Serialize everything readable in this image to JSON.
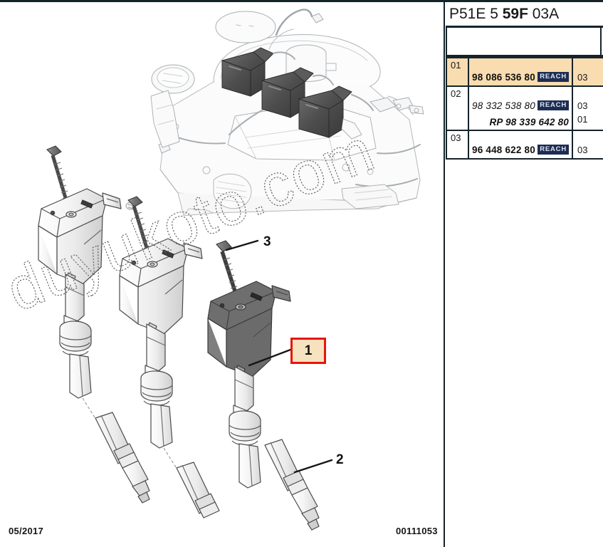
{
  "header": {
    "reference_prefix": "P51E 5 ",
    "reference_bold": "59F",
    "reference_suffix": " 03A"
  },
  "parts_table": {
    "rows": [
      {
        "index": "01",
        "highlight": true,
        "lines": [
          {
            "part_number": "98 086 536 80",
            "style": "bold",
            "badge": "REACH",
            "quantity": "03"
          }
        ]
      },
      {
        "index": "02",
        "highlight": false,
        "lines": [
          {
            "part_number": "98 332 538 80",
            "style": "italic",
            "badge": "REACH",
            "quantity": "03"
          },
          {
            "part_number": "RP 98 339 642 80",
            "style": "bolditalic",
            "badge": "",
            "quantity": "01"
          }
        ]
      },
      {
        "index": "03",
        "highlight": false,
        "lines": [
          {
            "part_number": "96 448 622 80",
            "style": "bold",
            "badge": "REACH",
            "quantity": "03"
          }
        ]
      }
    ]
  },
  "drawing": {
    "watermark_text": "duyukoto.com",
    "callouts": [
      {
        "label": "1",
        "boxed": true
      },
      {
        "label": "2",
        "boxed": false
      },
      {
        "label": "3",
        "boxed": false
      }
    ]
  },
  "footer": {
    "date": "05/2017",
    "drawing_number": "00111053"
  },
  "colors": {
    "highlight_row": "#f9dcb0",
    "callout_border": "#e8140a",
    "callout_fill": "#f7e2c0",
    "reach_badge_bg": "#1d2d52",
    "rule": "#15232b"
  }
}
